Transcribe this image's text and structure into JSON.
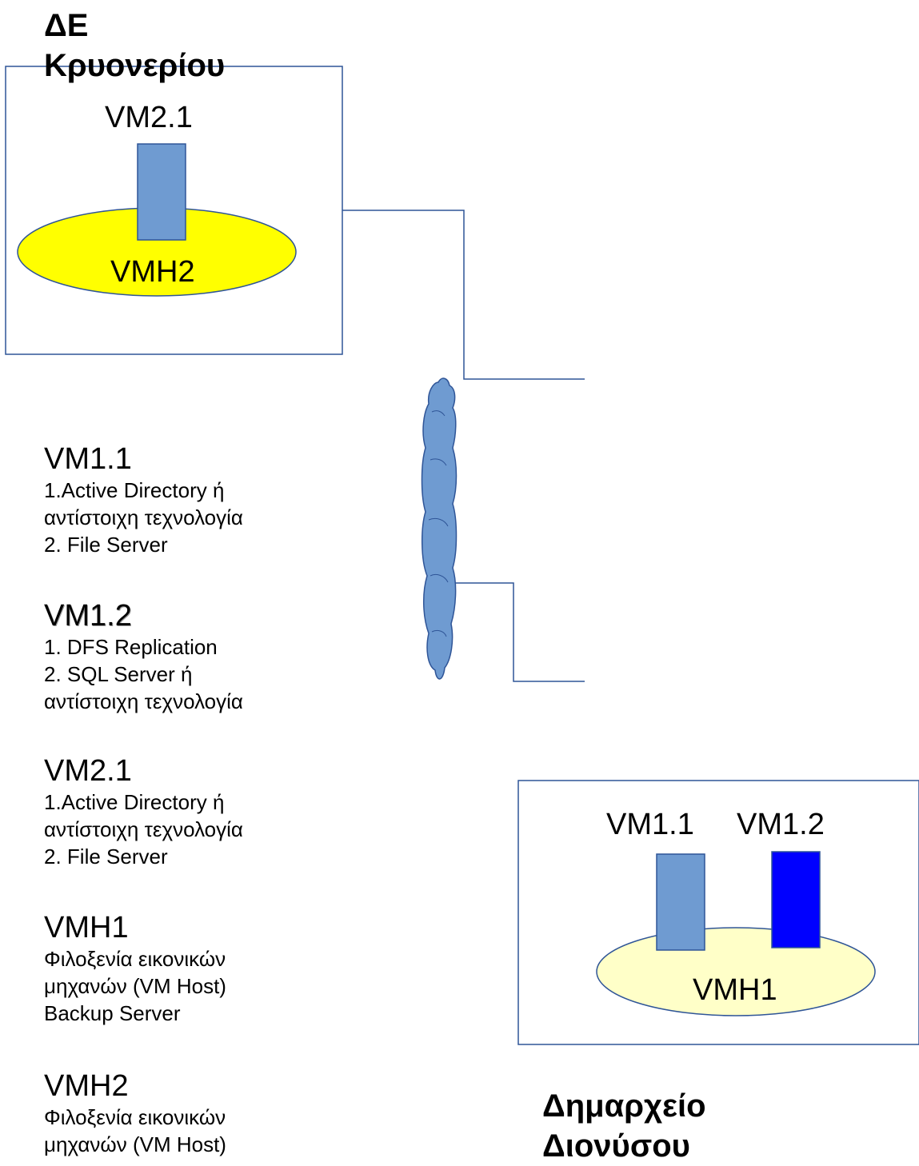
{
  "colors": {
    "frame": "#2F5597",
    "vm_light": "#6F9BD1",
    "vm_dark": "#0000FF",
    "host_bright_yellow": "#FFFF00",
    "host_pale_yellow": "#FFFFC8",
    "cloud": "#6F9BD1"
  },
  "site_top": {
    "title_line1": "ΔΕ",
    "title_line2": "Κρυονερίου",
    "vm_label": "VM2.1",
    "host_label": "VMH2"
  },
  "site_bottom": {
    "title_line1": "Δημαρχείο",
    "title_line2": "Διονύσου",
    "vm1_label": "VM1.1",
    "vm2_label": "VM1.2",
    "host_label": "VMH1"
  },
  "network": {
    "cloud_icon": "cloud-icon"
  },
  "legend": [
    {
      "heading": "VM1.1",
      "lines": [
        "1.Active Directory ή",
        "αντίστοιχη τεχνολογία",
        "2. File Server"
      ]
    },
    {
      "heading": "VM1.2",
      "lines": [
        "1. DFS Replication",
        "2. SQL Server ή",
        "αντίστοιχη τεχνολογία"
      ]
    },
    {
      "heading": "VM2.1",
      "lines": [
        "1.Active Directory ή",
        "αντίστοιχη τεχνολογία",
        "2. File Server"
      ]
    },
    {
      "heading": "VMH1",
      "lines": [
        "Φιλοξενία εικονικών",
        "μηχανών (VM Host)",
        "Backup Server"
      ]
    },
    {
      "heading": "VMH2",
      "lines": [
        "Φιλοξενία εικονικών",
        "μηχανών (VM Host)"
      ]
    }
  ]
}
